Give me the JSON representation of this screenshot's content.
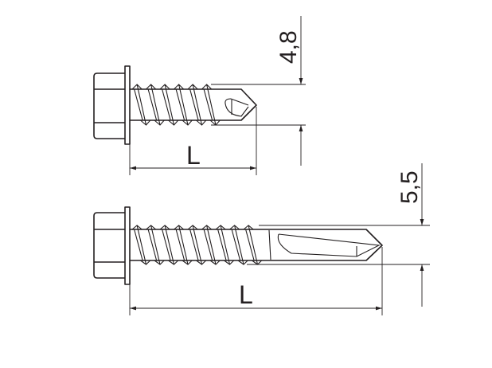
{
  "screw_small": {
    "diameter_label": "4,8",
    "length_label": "L"
  },
  "screw_large": {
    "diameter_label": "5,5",
    "length_label": "L"
  },
  "colors": {
    "line": "#231f20",
    "background": "#ffffff"
  }
}
